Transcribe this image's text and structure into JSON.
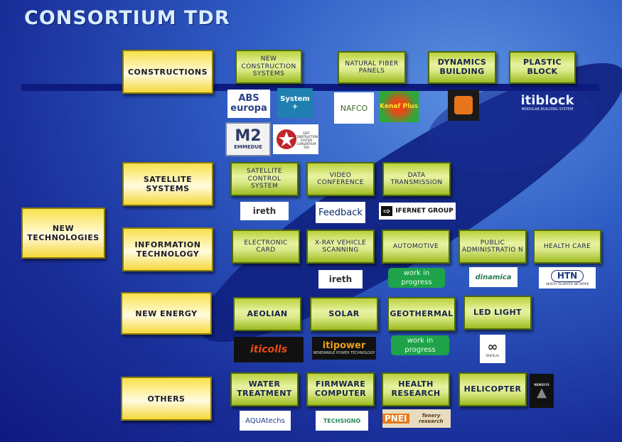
{
  "title": "CONSORTIUM TDR",
  "root": "NEW TECHNOLOGIES",
  "categories": {
    "constructions": "CONSTRUCTIONS",
    "satellite": "SATELLITE SYSTEMS",
    "information": "INFORMATION TECHNOLOGY",
    "energy": "NEW ENERGY",
    "others": "OTHERS"
  },
  "items": {
    "new_construction_systems": "NEW CONSTRUCTION SYSTEMS",
    "natural_fiber_panels": "NATURAL FIBER PANELS",
    "dynamics_building": "DYNAMICS BUILDING",
    "plastic_block": "PLASTIC BLOCK",
    "satellite_control_system": "SATELLITE CONTROL SYSTEM",
    "video_conference": "VIDEO CONFERENCE",
    "data_transmission": "DATA TRANSMISSION",
    "electronic_card": "ELECTRONIC CARD",
    "xray_vehicle_scanning": "X-RAY VEHICLE SCANNING",
    "automotive": "AUTOMOTIVE",
    "public_administration": "PUBLIC ADMINISTRATIO N",
    "health_care": "HEALTH CARE",
    "aeolian": "AEOLIAN",
    "solar": "SOLAR",
    "geothermal": "GEOTHERMAL",
    "led_light": "LED LIGHT",
    "water_treatment": "WATER TREATMENT",
    "firmware_computer": "FIRMWARE COMPUTER",
    "health_research": "HEALTH RESEARCH",
    "helicopter": "HELICOPTER"
  },
  "status": {
    "wip_automotive": "work in progress",
    "wip_geothermal": "work in progress"
  },
  "logos": {
    "abs": "ABS europa",
    "system_plus": "System +",
    "m2": "M2",
    "m2_sub": "EMMEDUE",
    "edit": "EDIT CONSTRUCTION SYSTEM CONSORTIUM TDR",
    "nafco": "NAFCO",
    "kenaf": "Kenaf Plus",
    "itiblock": "itiblock",
    "itiblock_sub": "MODULAR BUILDING SYSTEM",
    "ireth1": "ireth",
    "feedback": "Feedback",
    "ifernet": "IFERNET GROUP",
    "ireth2": "ireth",
    "dinamica": "dinamica",
    "htn": "HTN",
    "htn_sub": "HEALTH TELEMATIC NETWORK",
    "iticolls": "iticolls",
    "itipower": "itipower",
    "itipower_sub": "RENEWABLE POWER TECHNOLOGY",
    "ledlogo": "ISHERLAL",
    "aquatechs": "AQUAtechs",
    "techsigno": "TECHSIGNO",
    "pnei": "PNEI",
    "tenery": "Tenery research",
    "nemesys": "NEMESYS"
  },
  "colors": {
    "background": "#1a2f9a",
    "gold": "#f7e14a",
    "green": "#b9d13a",
    "wip": "#1ea34a"
  }
}
